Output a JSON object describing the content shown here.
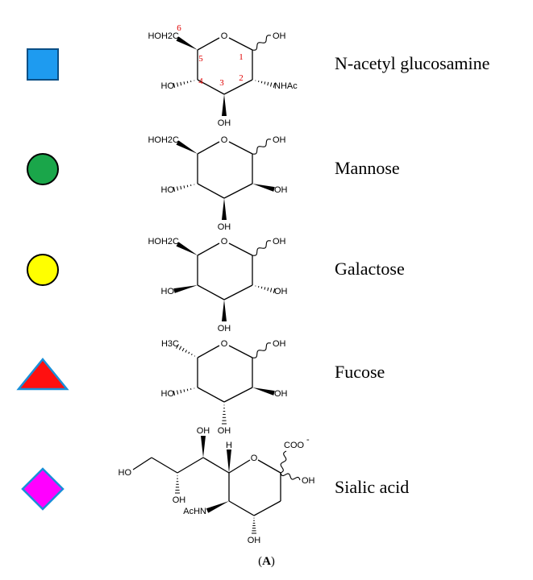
{
  "colors": {
    "glcnac": "#1e9bf0",
    "mannose": "#1aa64a",
    "galactose": "#ffff00",
    "fucose": "#ff1010",
    "sialic": "#ff00ff",
    "outline_blue": "#1a8fd8"
  },
  "sugars": [
    {
      "name": "N-acetyl glucosamine",
      "symbol": "blue-square",
      "labels": {
        "ring_o": "O",
        "c6": "HOH2C",
        "c1": "OH",
        "c4": "HO",
        "c2": "NHAc",
        "c3": "OH"
      },
      "numbering": [
        "6",
        "5",
        "4",
        "3",
        "2",
        "1"
      ]
    },
    {
      "name": "Mannose",
      "symbol": "green-circle",
      "labels": {
        "ring_o": "O",
        "c6": "HOH2C",
        "c1": "OH",
        "c4": "HO",
        "c2": "OH",
        "c3": "OH"
      }
    },
    {
      "name": "Galactose",
      "symbol": "yellow-circle",
      "labels": {
        "ring_o": "O",
        "c6": "HOH2C",
        "c1": "OH",
        "c4": "HO",
        "c2": "OH",
        "c3": "OH"
      }
    },
    {
      "name": "Fucose",
      "symbol": "red-triangle",
      "labels": {
        "ring_o": "O",
        "c6": "H3C",
        "c1": "OH",
        "c4": "HO",
        "c2": "OH",
        "c3": "OH"
      }
    },
    {
      "name": "Sialic acid",
      "symbol": "magenta-diamond",
      "labels": {
        "ring_o": "O",
        "h": "H",
        "c7_oh": "OH",
        "c8_oh": "OH",
        "c9": "HO",
        "coo": "COO",
        "coo_charge": "-",
        "c2_oh": "OH",
        "nhac": "AcHN",
        "c4_oh": "OH"
      }
    }
  ],
  "caption": {
    "open": "(",
    "letter": "A",
    "close": ")"
  }
}
